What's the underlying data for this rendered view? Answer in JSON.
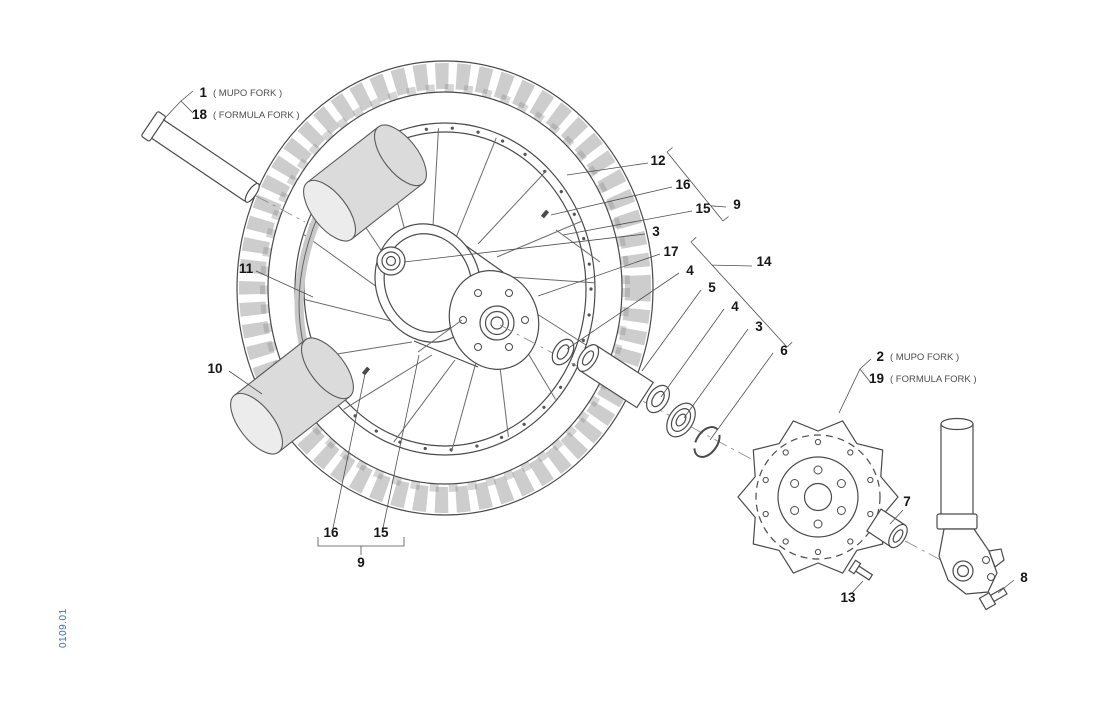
{
  "doc": {
    "code": "0109.01"
  },
  "colors": {
    "line": "#4a4a4a",
    "grey_part": "#dbdbdb",
    "accent": "#2e75b6"
  },
  "callouts": [
    {
      "num": "1",
      "note": "( MUPO FORK )"
    },
    {
      "num": "18",
      "note": "( FORMULA FORK )"
    },
    {
      "num": "11"
    },
    {
      "num": "10"
    },
    {
      "num": "12"
    },
    {
      "num": "16"
    },
    {
      "num": "15"
    },
    {
      "num": "3"
    },
    {
      "num": "9"
    },
    {
      "num": "17"
    },
    {
      "num": "4"
    },
    {
      "num": "14"
    },
    {
      "num": "5"
    },
    {
      "num": "4"
    },
    {
      "num": "3"
    },
    {
      "num": "6"
    },
    {
      "num": "2",
      "note": "( MUPO FORK )"
    },
    {
      "num": "19",
      "note": "( FORMULA FORK )"
    },
    {
      "num": "7"
    },
    {
      "num": "8"
    },
    {
      "num": "13"
    },
    {
      "num": "16"
    },
    {
      "num": "15"
    },
    {
      "num": "9"
    }
  ]
}
